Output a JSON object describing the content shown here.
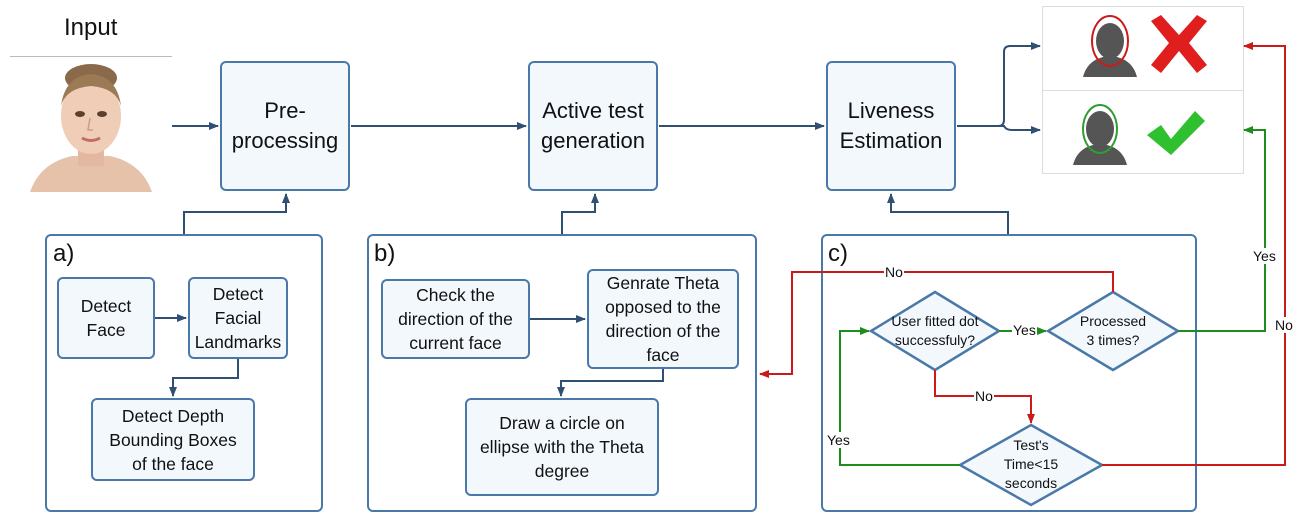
{
  "input": {
    "title": "Input"
  },
  "stages": {
    "preprocessing": "Pre-\nprocessing",
    "active_test": "Active test\ngeneration",
    "liveness": "Liveness\nEstimation"
  },
  "panel_a": {
    "label": "a)",
    "detect_face": "Detect\nFace",
    "detect_landmarks": "Detect\nFacial\nLandmarks",
    "detect_depth": "Detect Depth\nBounding Boxes\nof the face"
  },
  "panel_b": {
    "label": "b)",
    "check_direction": "Check the\ndirection of the\ncurrent face",
    "generate_theta": "Genrate Theta\nopposed to the\ndirection of the\nface",
    "draw_circle": "Draw a circle on\nellipse with the Theta\ndegree"
  },
  "panel_c": {
    "label": "c)",
    "user_fitted": "User fitted dot\nsuccessfuly?",
    "processed": "Processed\n3 times?",
    "test_time": "Test's\nTime<15\nseconds"
  },
  "edge_labels": {
    "yes_fitted_processed": "Yes",
    "no_fitted_time": "No",
    "yes_time_fitted": "Yes",
    "no_processed_loop": "No",
    "yes_processed_accept": "Yes",
    "no_time_reject": "No"
  },
  "results": {
    "reject": "reject-result",
    "accept": "accept-result"
  },
  "colors": {
    "box_border": "#4a78a8",
    "box_fill": "#f3f8fd",
    "arrow": "#2f4f73",
    "red": "#cc1a1a",
    "green": "#1e8c1e"
  }
}
